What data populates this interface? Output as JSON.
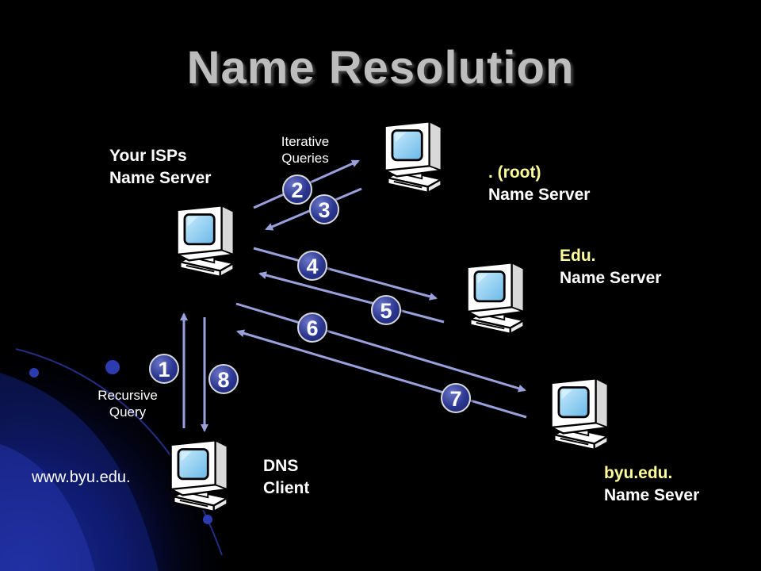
{
  "title": "Name Resolution",
  "labels": {
    "isp": [
      "Your ISPs",
      "Name Server"
    ],
    "root": [
      ". (root)",
      "Name Server"
    ],
    "edu": [
      "Edu.",
      "Name Server"
    ],
    "byu": [
      "byu.edu.",
      "Name Sever"
    ],
    "client": [
      "DNS",
      "Client"
    ],
    "client_host": "www.byu.edu.",
    "iterative": [
      "Iterative",
      "Queries"
    ],
    "recursive": [
      "Recursive",
      "Query"
    ]
  },
  "steps": [
    "1",
    "2",
    "3",
    "4",
    "5",
    "6",
    "7",
    "8"
  ],
  "colors": {
    "background": "#000000",
    "title": "#bdbdbd",
    "accent_text": "#ffff99",
    "arrow": "#9aa0dc",
    "step_badge": "#2b3690"
  },
  "icons": [
    "computer-icon"
  ]
}
